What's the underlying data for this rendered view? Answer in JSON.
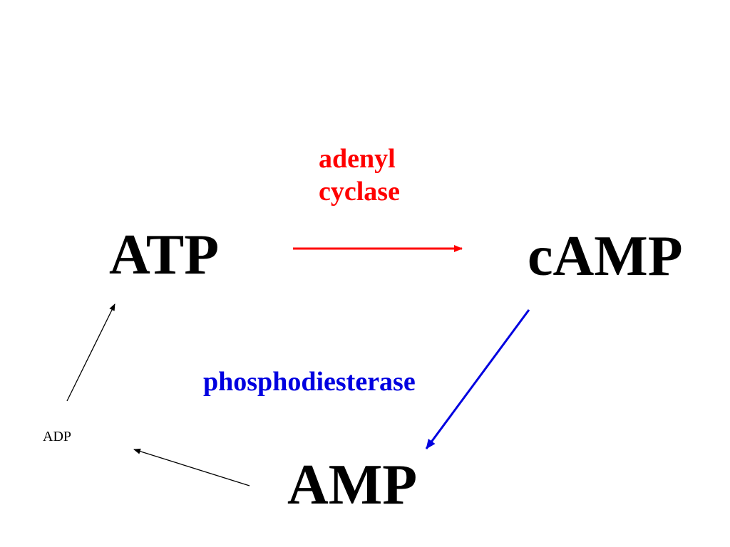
{
  "diagram": {
    "nodes": {
      "atp": "ATP",
      "camp": "cAMP",
      "amp": "AMP",
      "adp": "ADP"
    },
    "enzymes": {
      "adenyl_cyclase": {
        "lines": [
          "adenyl",
          "cyclase"
        ],
        "color": "#ff0000"
      },
      "phosphodiesterase": {
        "label": "phosphodiesterase",
        "color": "#0000e0"
      }
    },
    "edges": [
      {
        "from": "atp",
        "to": "camp",
        "color": "#ff0000"
      },
      {
        "from": "camp",
        "to": "amp",
        "color": "#0000e0"
      },
      {
        "from": "amp",
        "to": "adp",
        "color": "#000000"
      },
      {
        "from": "adp",
        "to": "atp",
        "color": "#000000"
      }
    ]
  }
}
